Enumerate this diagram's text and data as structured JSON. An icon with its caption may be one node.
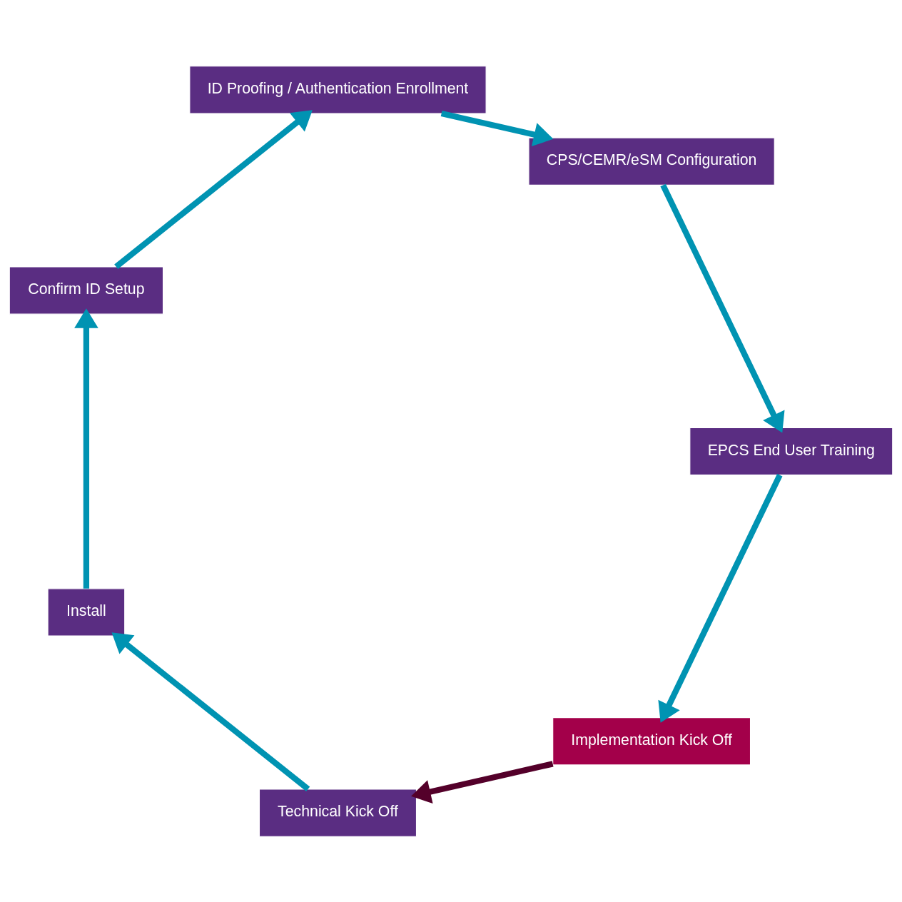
{
  "diagram": {
    "nodes": [
      {
        "text": [
          "Implementation Kick Off"
        ]
      },
      {
        "text": [
          "Technical Kick Off"
        ]
      },
      {
        "text": [
          "Install"
        ]
      },
      {
        "text": [
          "Confirm ID Setup"
        ]
      },
      {
        "text": [
          "ID Proofing / Authentication Enrollment"
        ]
      },
      {
        "text": [
          "CPS/CEMR/eSM Configuration"
        ]
      },
      {
        "text": [
          "EPCS End User Training"
        ]
      }
    ],
    "edges": [
      {
        "from": 0,
        "to": 1,
        "arrow": "to",
        "color": "#54002a"
      },
      {
        "from": 1,
        "to": 2,
        "arrow": "to"
      },
      {
        "from": 2,
        "to": 3,
        "arrow": "to"
      },
      {
        "from": 3,
        "to": 4,
        "arrow": "to"
      },
      {
        "from": 4,
        "to": 5,
        "arrow": "to"
      },
      {
        "from": 5,
        "to": 6,
        "arrow": "to"
      },
      {
        "from": 6,
        "to": 0,
        "arrow": "to"
      }
    ]
  }
}
